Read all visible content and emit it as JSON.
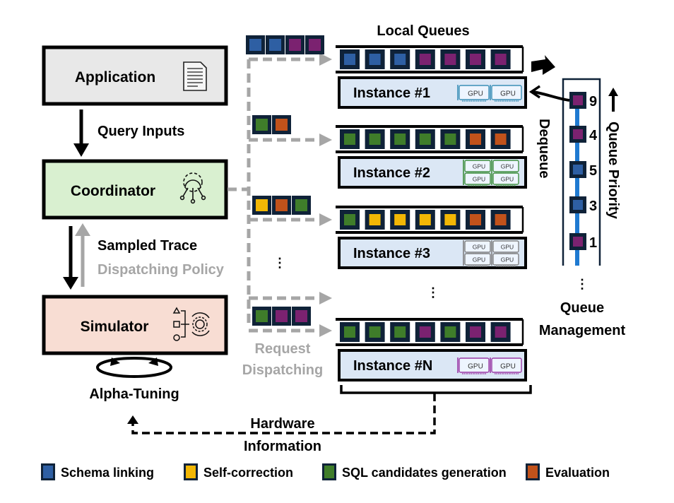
{
  "colors": {
    "schema_linking": "#2e5fa3",
    "self_correction": "#f2b705",
    "sql_generation": "#3f7d2a",
    "evaluation": "#c1521b",
    "purple": "#7b2270",
    "cell_border": "#0f2238",
    "gray": "#a6a6a6",
    "app_bg": "#e8e8e8",
    "coord_bg": "#d9f0d0",
    "sim_bg": "#f8ddd3",
    "instance_bg": "#dbe7f5",
    "pq_line": "#1f7ad1"
  },
  "left": {
    "application": "Application",
    "query_inputs": "Query Inputs",
    "coordinator": "Coordinator",
    "sampled_trace": "Sampled Trace",
    "dispatching_policy": "Dispatching Policy",
    "simulator": "Simulator",
    "alpha_tuning": "Alpha-Tuning",
    "hardware_1": "Hardware",
    "hardware_2": "Information"
  },
  "dispatch": {
    "label_1": "Request",
    "label_2": "Dispatching",
    "incoming": [
      [
        "S",
        "S",
        "P",
        "P"
      ],
      [
        "G",
        "E"
      ],
      [
        "Y",
        "E",
        "G"
      ],
      [
        "G",
        "P",
        "P"
      ]
    ]
  },
  "local_queues": {
    "title": "Local Queues",
    "queues": [
      [
        "S",
        "S",
        "S",
        "P",
        "P",
        "P",
        "P"
      ],
      [
        "G",
        "G",
        "G",
        "G",
        "G",
        "E",
        "E"
      ],
      [
        "G",
        "Y",
        "Y",
        "Y",
        "Y",
        "E",
        "E"
      ],
      [
        "G",
        "G",
        "G",
        "P",
        "G",
        "P",
        "P"
      ]
    ],
    "instances": [
      {
        "label": "Instance #1",
        "gpu": "GPU",
        "gpu_count": 2,
        "gpu_color": "#3a8fb7"
      },
      {
        "label": "Instance #2",
        "gpu": "GPU",
        "gpu_count": 4,
        "gpu_color": "#3f8f3f"
      },
      {
        "label": "Instance #3",
        "gpu": "GPU",
        "gpu_count": 4,
        "gpu_color": "#808080"
      },
      {
        "label": "Instance #N",
        "gpu": "GPU",
        "gpu_count": 2,
        "gpu_color": "#9b3aa6"
      }
    ],
    "ellipsis": "⋮"
  },
  "queue_mgmt": {
    "dequeue": "Dequeue",
    "priority": "Queue Priority",
    "title_1": "Queue",
    "title_2": "Management",
    "items": [
      {
        "type": "P",
        "value": "9"
      },
      {
        "type": "P",
        "value": "4"
      },
      {
        "type": "S",
        "value": "5"
      },
      {
        "type": "S",
        "value": "3"
      },
      {
        "type": "P",
        "value": "1"
      }
    ]
  },
  "legend": [
    {
      "type": "S",
      "label": "Schema linking"
    },
    {
      "type": "Y",
      "label": "Self-correction"
    },
    {
      "type": "G",
      "label": "SQL candidates generation"
    },
    {
      "type": "E",
      "label": "Evaluation"
    }
  ]
}
